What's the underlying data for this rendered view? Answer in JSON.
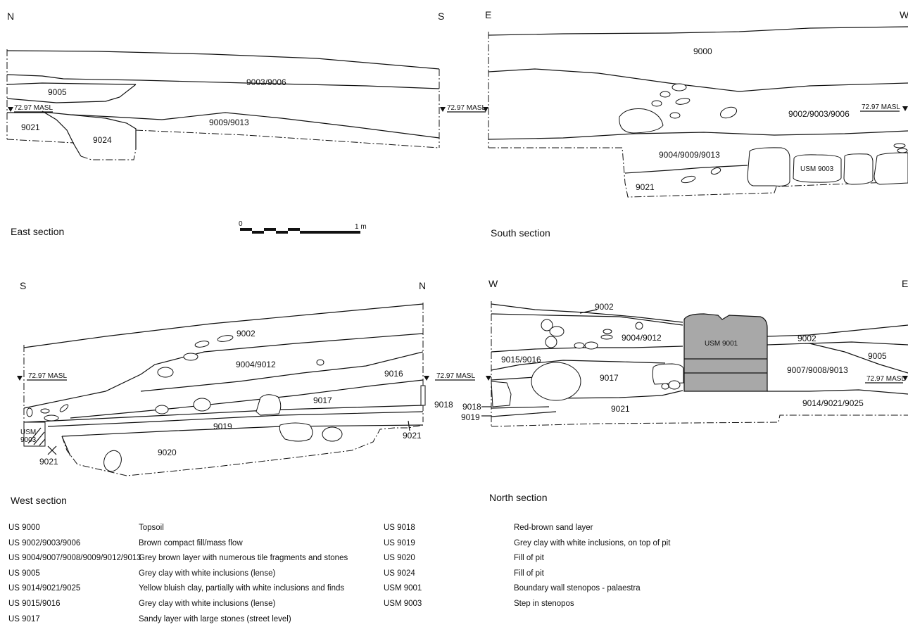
{
  "east": {
    "title": "East section",
    "dir_left": "N",
    "dir_right": "S",
    "masl_left": "72.97 MASL",
    "masl_right": "72.97 MASL",
    "layers": [
      "9005",
      "9003/9006",
      "9009/9013",
      "9021",
      "9024"
    ]
  },
  "scale": {
    "start": "0",
    "end": "1 m"
  },
  "south": {
    "title": "South section",
    "dir_left": "E",
    "dir_right": "W",
    "masl": "72.97 MASL",
    "layers": [
      "9000",
      "9002/9003/9006",
      "9004/9009/9013",
      "9021"
    ],
    "wall": "USM 9003"
  },
  "west": {
    "title": "West section",
    "dir_left": "S",
    "dir_right": "N",
    "masl_left": "72.97 MASL",
    "masl_right": "72.97 MASL",
    "layers": [
      "9002",
      "9004/9012",
      "9016",
      "9017",
      "9018",
      "9019",
      "9020",
      "9021",
      "9021"
    ],
    "usm_line1": "USM",
    "usm_line2": "9003"
  },
  "north": {
    "title": "North section",
    "dir_left": "W",
    "dir_right": "E",
    "masl": "72.97 MASL",
    "layers": [
      "9002",
      "9004/9012",
      "9015/9016",
      "9017",
      "9021",
      "9018",
      "9019",
      "9002",
      "9005",
      "9007/9008/9013",
      "9014/9021/9025"
    ],
    "wall": "USM 9001"
  },
  "legend": {
    "left": [
      {
        "code": "US 9000",
        "desc": "Topsoil"
      },
      {
        "code": "US 9002/9003/9006",
        "desc": "Brown compact fill/mass flow"
      },
      {
        "code": "US 9004/9007/9008/9009/9012/9013",
        "desc": "Grey brown layer with numerous tile fragments and stones"
      },
      {
        "code": "US 9005",
        "desc": "Grey clay with white inclusions (lense)"
      },
      {
        "code": "US 9014/9021/9025",
        "desc": "Yellow bluish clay, partially with white inclusions and finds"
      },
      {
        "code": "US 9015/9016",
        "desc": "Grey clay with white inclusions (lense)"
      },
      {
        "code": "US 9017",
        "desc": "Sandy layer with large stones (street level)"
      }
    ],
    "right": [
      {
        "code": "US 9018",
        "desc": "Red-brown sand layer"
      },
      {
        "code": "US 9019",
        "desc": "Grey clay with white inclusions, on top of pit"
      },
      {
        "code": "US 9020",
        "desc": "Fill of pit"
      },
      {
        "code": "US 9024",
        "desc": "Fill of pit"
      },
      {
        "code": "USM 9001",
        "desc": "Boundary wall stenopos - palaestra"
      },
      {
        "code": "USM 9003",
        "desc": "Step in stenopos"
      }
    ]
  }
}
